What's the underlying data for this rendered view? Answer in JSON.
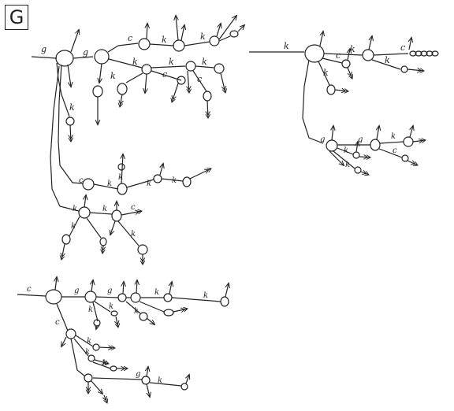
{
  "panel": {
    "label": "G"
  },
  "edge_labels": {
    "top_left": {
      "main_in": "g",
      "first": "g",
      "c1": "c",
      "k1": "k",
      "k2": "k",
      "k3": "k",
      "c2": "c",
      "k4": "k",
      "k5": "k",
      "c3": "c",
      "k6": "k",
      "k7": "k"
    },
    "left_mid": {
      "c": "c",
      "k1": "k",
      "k2": "k",
      "k3": "k",
      "k4": "k"
    },
    "left_lower": {
      "k1": "k",
      "k2": "k",
      "c": "c",
      "k3": "k",
      "k4": "k"
    },
    "top_right": {
      "main_in": "k",
      "k1": "k",
      "c1": "c",
      "c2": "c",
      "k2": "k",
      "k3": "k"
    },
    "right_mid": {
      "g1": "g",
      "g2": "g",
      "k1": "k",
      "c1": "c",
      "k2": "k",
      "k3": "k"
    },
    "bottom_left": {
      "main_in": "c",
      "g1": "g",
      "g2": "g",
      "k1": "k",
      "k2": "k",
      "k3": "k",
      "k4": "k",
      "c1": "c",
      "k5": "k",
      "g3": "g",
      "k6": "k",
      "k7": "k",
      "k8": "k",
      "k9": "k"
    }
  },
  "stroke_color": "#222222"
}
